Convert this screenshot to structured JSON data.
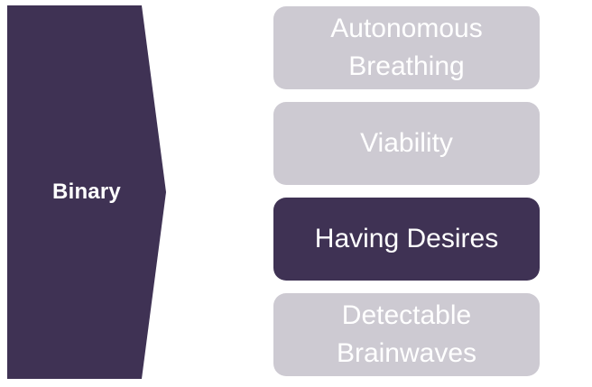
{
  "diagram": {
    "arrow": {
      "label": "Binary"
    },
    "items": [
      {
        "label": "Autonomous Breathing",
        "highlighted": false
      },
      {
        "label": "Viability",
        "highlighted": false
      },
      {
        "label": "Having Desires",
        "highlighted": true
      },
      {
        "label": "Detectable Brainwaves",
        "highlighted": false
      }
    ]
  },
  "colors": {
    "accent-dark": "#3f3254",
    "box-gray": "#cdcad2",
    "text-light": "#ffffff",
    "background": "#ffffff"
  }
}
